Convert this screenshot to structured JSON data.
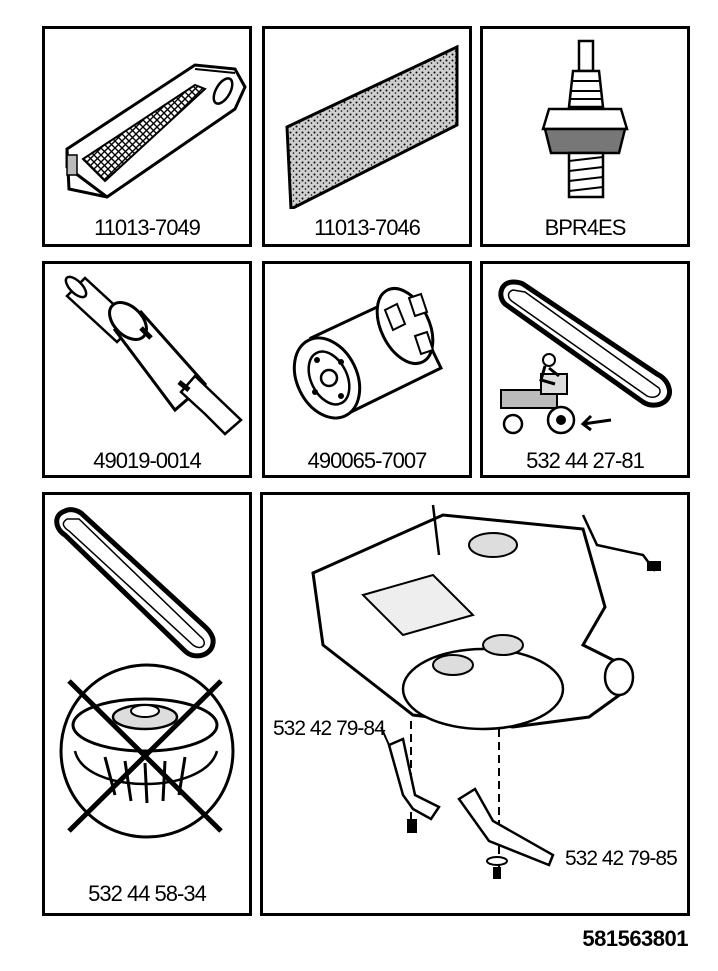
{
  "parts": {
    "air_filter": "11013-7049",
    "pre_filter": "11013-7046",
    "spark_plug": "BPR4ES",
    "fuel_filter": "49019-0014",
    "oil_filter": "490065-7007",
    "drive_belt": "532 44 27-81",
    "deck_belt": "532 44 58-34",
    "blade_left": "532 42 79-84",
    "blade_right": "532 42 79-85"
  },
  "document_number": "581563801"
}
